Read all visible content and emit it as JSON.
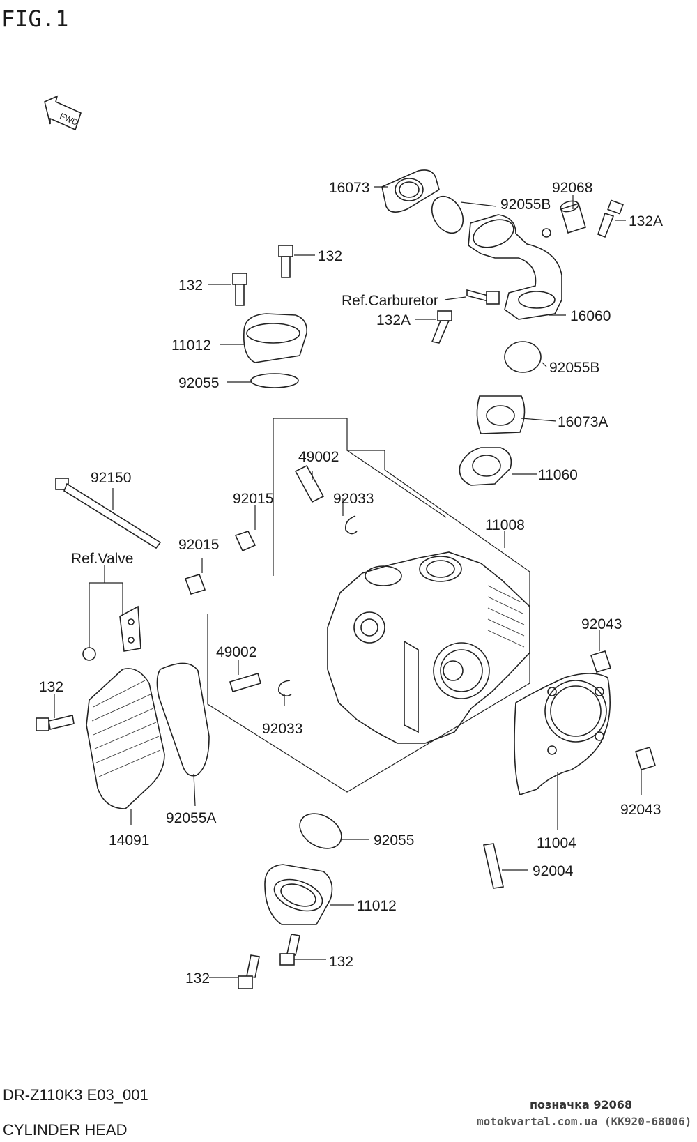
{
  "figure": {
    "id": "FIG.1",
    "fwd_badge": "FWD"
  },
  "labels": {
    "p16073": "16073",
    "p92055B_top": "92055B",
    "p92068": "92068",
    "p132A_right": "132A",
    "p132_top": "132",
    "p132_left": "132",
    "ref_carburetor": "Ref.Carburetor",
    "p132A_mid": "132A",
    "p16060": "16060",
    "p11012_top": "11012",
    "p92055B_mid": "92055B",
    "p92055_top": "92055",
    "p16073A": "16073A",
    "p49002_top": "49002",
    "p11060": "11060",
    "p92150": "92150",
    "p92033_top": "92033",
    "p92015_a": "92015",
    "p11008": "11008",
    "p92015_b": "92015",
    "ref_valve": "Ref.Valve",
    "p92043_top": "92043",
    "p49002_bottom": "49002",
    "p132_side": "132",
    "p92033_bottom": "92033",
    "p92043_bottom": "92043",
    "p92055A": "92055A",
    "p14091": "14091",
    "p11004": "11004",
    "p92055_bottom": "92055",
    "p92004": "92004",
    "p11012_bottom": "11012",
    "p132_bottom_right": "132",
    "p132_bottom_left": "132"
  },
  "footer": {
    "model_code": "DR-Z110K3 E03_001",
    "section_title": "CYLINDER HEAD",
    "designation": "позначка 92068",
    "watermark": "motokvartal.com.ua (KK920-68006)"
  }
}
